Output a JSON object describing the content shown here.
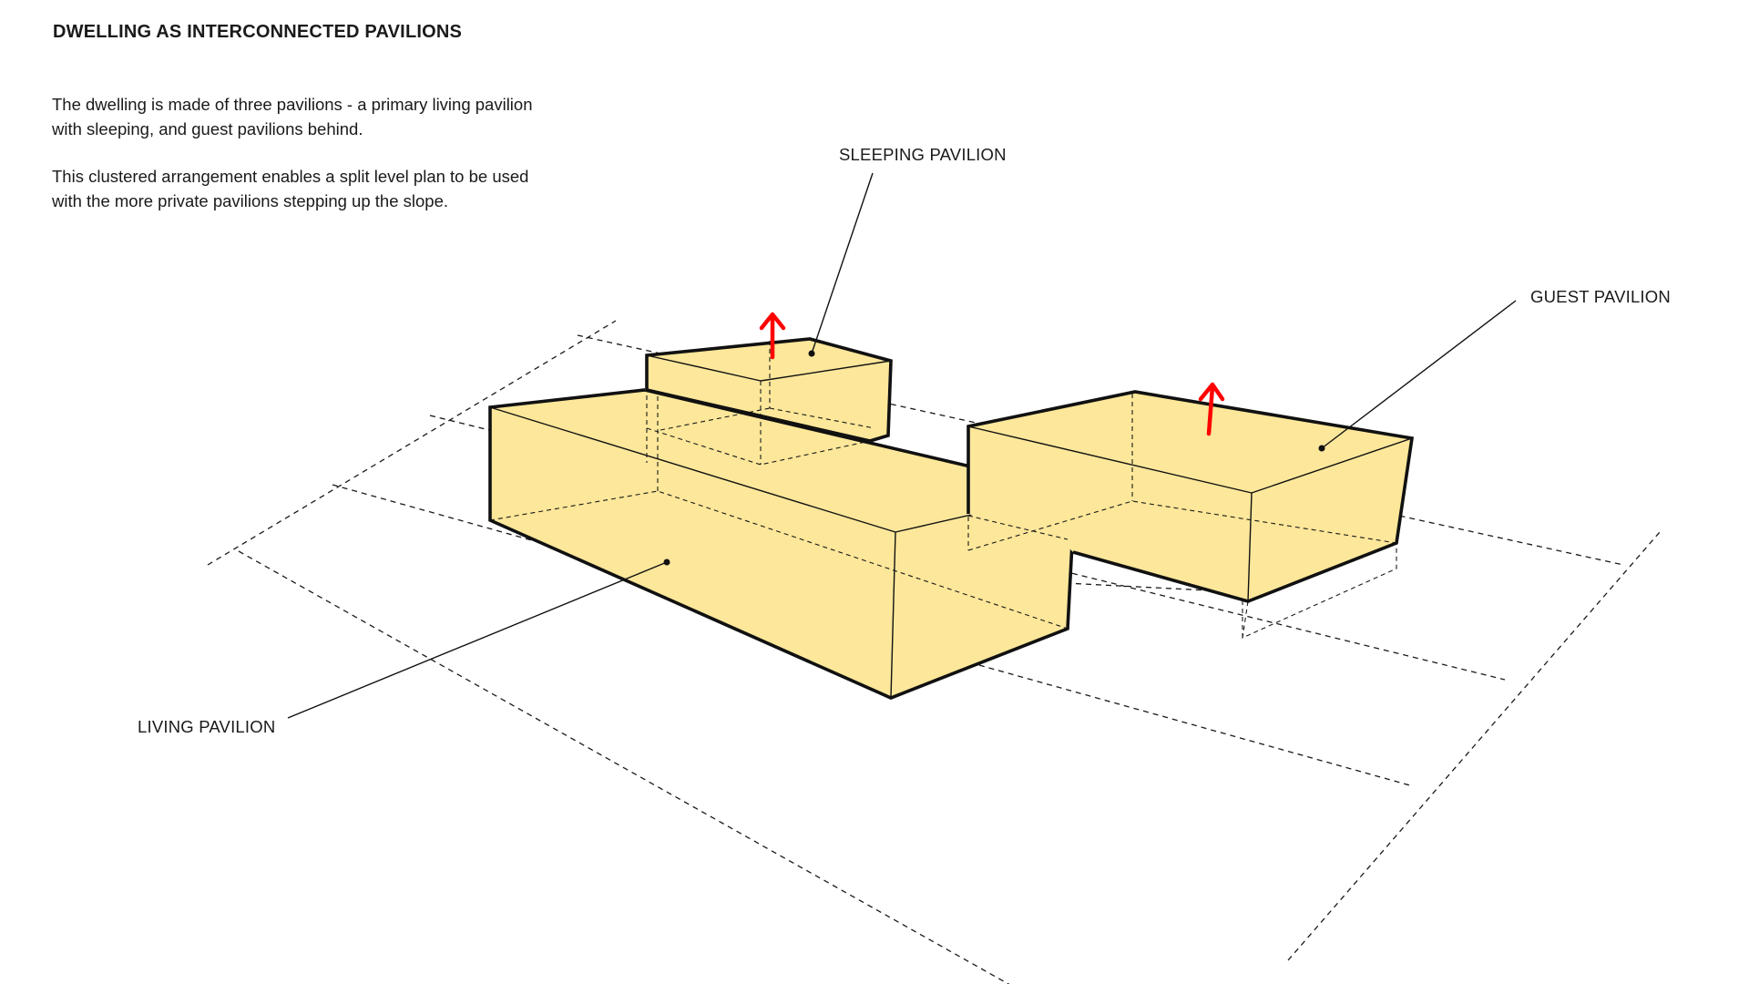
{
  "title": "DWELLING AS INTERCONNECTED PAVILIONS",
  "description": [
    "The dwelling is made of three pavilions  - a primary living pavilion with sleeping, and guest pavilions behind.",
    "This clustered arrangement enables a split level plan to be used with the more private pavilions stepping up the slope."
  ],
  "labels": {
    "sleeping": "SLEEPING PAVILION",
    "guest": "GUEST PAVILION",
    "living": "LIVING PAVILION"
  },
  "colors": {
    "volume_fill": "#fce79a",
    "arrow": "#ff0000",
    "lines": "#111111"
  }
}
